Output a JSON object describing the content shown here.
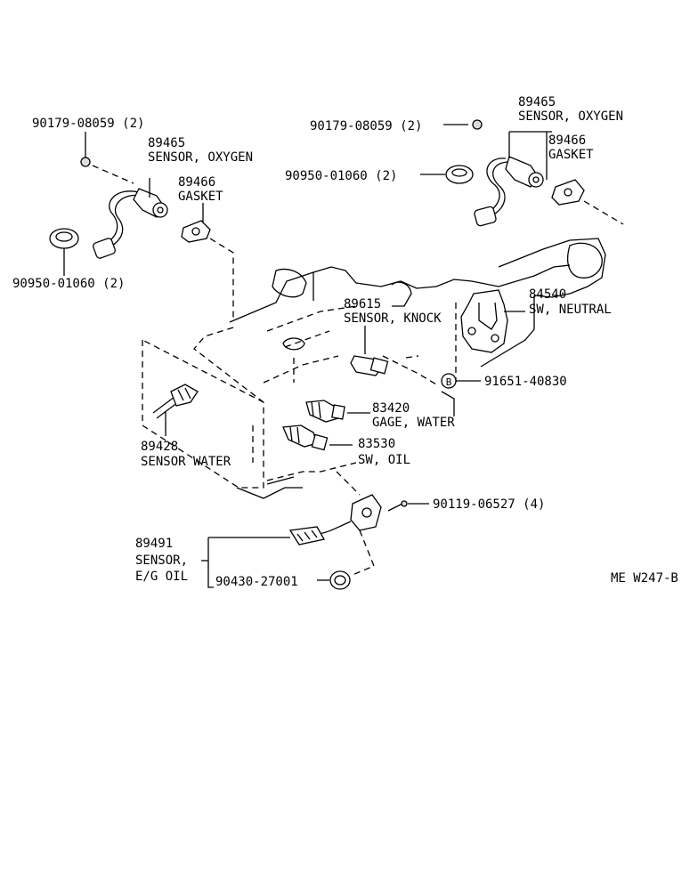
{
  "diagram_code": "ME W247-B",
  "parts": {
    "clip_left": "90179-08059 (2)",
    "sensor_oxygen_left_num": "89465",
    "sensor_oxygen_left_name": "SENSOR, OXYGEN",
    "gasket_left_num": "89466",
    "gasket_left_name": "GASKET",
    "grommet_left": "90950-01060 (2)",
    "clip_right": "90179-08059 (2)",
    "sensor_oxygen_right_num": "89465",
    "sensor_oxygen_right_name": "SENSOR, OXYGEN",
    "gasket_right_num": "89466",
    "gasket_right_name": "GASKET",
    "grommet_right": "90950-01060 (2)",
    "knock_num": "89615",
    "knock_name": "SENSOR, KNOCK",
    "neutral_num": "84540",
    "neutral_name": "SW, NEUTRAL",
    "bolt_b": "91651-40830",
    "b_marker": "B",
    "gage_num": "83420",
    "gage_name": "GAGE, WATER",
    "oilsw_num": "83530",
    "oilsw_name": "SW, OIL",
    "water_num": "89428",
    "water_name": "SENSOR WATER",
    "screw": "90119-06527 (4)",
    "eg_oil_num": "89491",
    "eg_oil_name1": "SENSOR,",
    "eg_oil_name2": "E/G OIL",
    "oring": "90430-27001"
  }
}
